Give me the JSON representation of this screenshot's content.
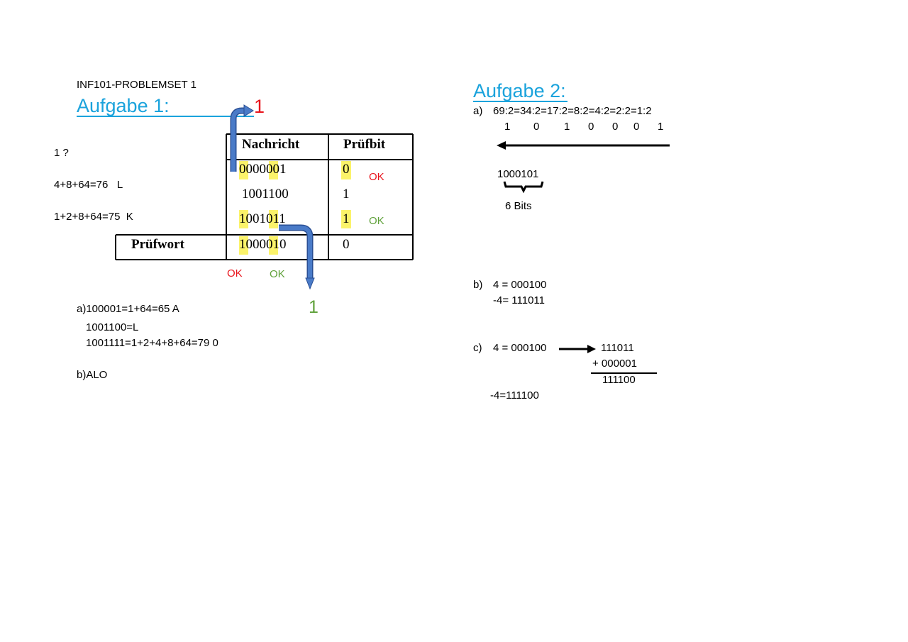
{
  "header": "INF101-PROBLEMSET 1",
  "task1": {
    "title": "Aufgabe 1:",
    "arrow_up_label": "1",
    "arrow_down_label": "1",
    "notes": [
      "1 ?",
      "4+8+64=76   L",
      "1+2+8+64=75  K"
    ],
    "table": {
      "col_message": "Nachricht",
      "col_parity": "Prüfbit",
      "rows": [
        {
          "message": "0000001",
          "parity": "0",
          "mark": "OK"
        },
        {
          "message": "1001100",
          "parity": "1",
          "mark": ""
        },
        {
          "message": "1001011",
          "parity": "1",
          "mark": "OK"
        }
      ],
      "check_label": "Prüfwort",
      "check_message": "1000010",
      "check_parity": "0"
    },
    "below_marks": [
      "OK",
      "OK"
    ],
    "answer_a": [
      "a)100001=1+64=65 A",
      "1001100=L",
      "1001111=1+2+4+8+64=79 0"
    ],
    "answer_b": "b)ALO"
  },
  "task2": {
    "title": "Aufgabe 2:",
    "a_label": "a)",
    "a_division": "69:2=34:2=17:2=8:2=4:2=2:2=1:2",
    "a_remainders": [
      "1",
      "0",
      "1",
      "0",
      "0",
      "0",
      "1"
    ],
    "a_result": "1000101",
    "a_brace_label": "6 Bits",
    "b_label": "b)",
    "b_lines": [
      "4 = 000100",
      "-4= 111011"
    ],
    "c_label": "c)",
    "c_start": "4 = 000100",
    "c_sum": [
      "111011",
      "+ 000001",
      "111100"
    ],
    "c_result": "-4=111100"
  },
  "colors": {
    "heading": "#1ba3dc",
    "red": "#e8131b",
    "green": "#5fa13a",
    "highlight": "#fbf36a",
    "arrow": "#3f6fbf"
  }
}
